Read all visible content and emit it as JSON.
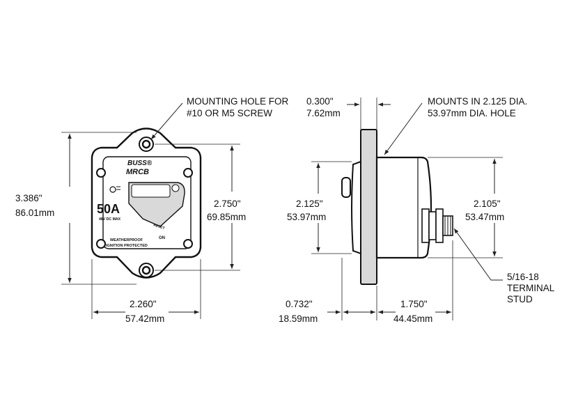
{
  "colors": {
    "ink": "#111111",
    "face": "#ffffff",
    "shade": "#d9d9d9",
    "background": "#ffffff"
  },
  "front_view": {
    "brand": "BUSS®",
    "model": "MRCB",
    "rating": "50A",
    "voltage": "48V DC MAX",
    "protection_line1": "WEATHERPROOF",
    "protection_line2": "IGNITION PROTECTED",
    "reset_label": "RESET",
    "on_label": "ON",
    "icon": "reset-arrow-icon"
  },
  "callouts": {
    "mounting_hole_line1": "MOUNTING HOLE FOR",
    "mounting_hole_line2": "#10 OR M5 SCREW",
    "mounts_line1": "MOUNTS IN 2.125  DIA.",
    "mounts_line2": "53.97mm DIA. HOLE",
    "terminal_line1": "5/16-18",
    "terminal_line2": "TERMINAL",
    "terminal_line3": "STUD"
  },
  "dimensions": {
    "overall_height_in": "3.386\"",
    "overall_height_mm": "86.01mm",
    "hole_spacing_in": "2.750\"",
    "hole_spacing_mm": "69.85mm",
    "face_width_in": "2.260\"",
    "face_width_mm": "57.42mm",
    "flange_thickness_in": "0.300\"",
    "flange_thickness_mm": "7.62mm",
    "body_dia_in": "2.125\"",
    "body_dia_mm": "53.97mm",
    "rear_dia_in": "2.105\"",
    "rear_dia_mm": "53.47mm",
    "front_depth_in": "0.732\"",
    "front_depth_mm": "18.59mm",
    "rear_depth_in": "1.750\"",
    "rear_depth_mm": "44.45mm"
  }
}
